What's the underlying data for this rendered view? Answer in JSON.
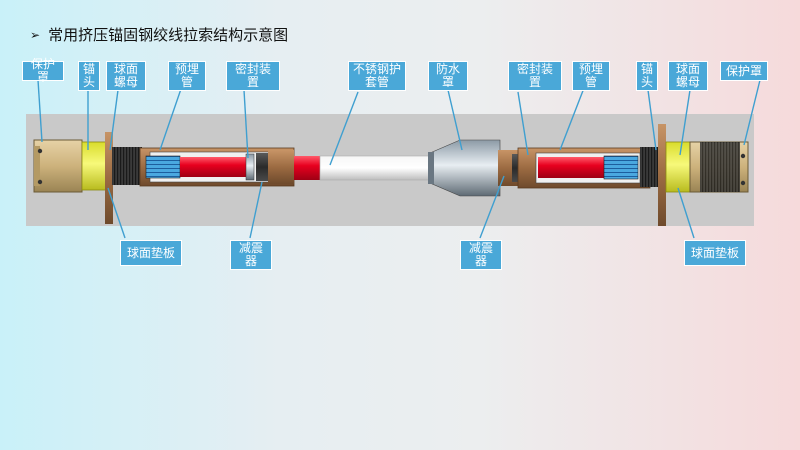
{
  "title": "常用挤压锚固钢绞线拉索结构示意图",
  "title_icon": "arrowhead-icon",
  "colors": {
    "callout_fill": "#4aa8d8",
    "callout_leader": "#3f9fd0",
    "red_tube": "#e8001f",
    "yellow_nut": "#eef24a",
    "brown_housing": "#9c6b42"
  },
  "labels": {
    "protect_cap_l": "保护罩",
    "anchor_head_l": "锚\n头",
    "spherical_nut_l": "球面\n螺母",
    "embedded_pipe_l": "预埋\n管",
    "seal_device_l": "密封装\n置",
    "stainless_sleeve": "不锈钢护\n套管",
    "waterproof_cap": "防水\n罩",
    "seal_device_r": "密封装\n置",
    "embedded_pipe_r": "预埋\n管",
    "anchor_head_r": "锚\n头",
    "spherical_nut_r": "球面\n螺母",
    "protect_cap_r": "保护罩",
    "spherical_washer_l": "球面垫板",
    "damper_l": "减震\n器",
    "damper_r": "减震\n器",
    "spherical_washer_r": "球面垫板"
  }
}
